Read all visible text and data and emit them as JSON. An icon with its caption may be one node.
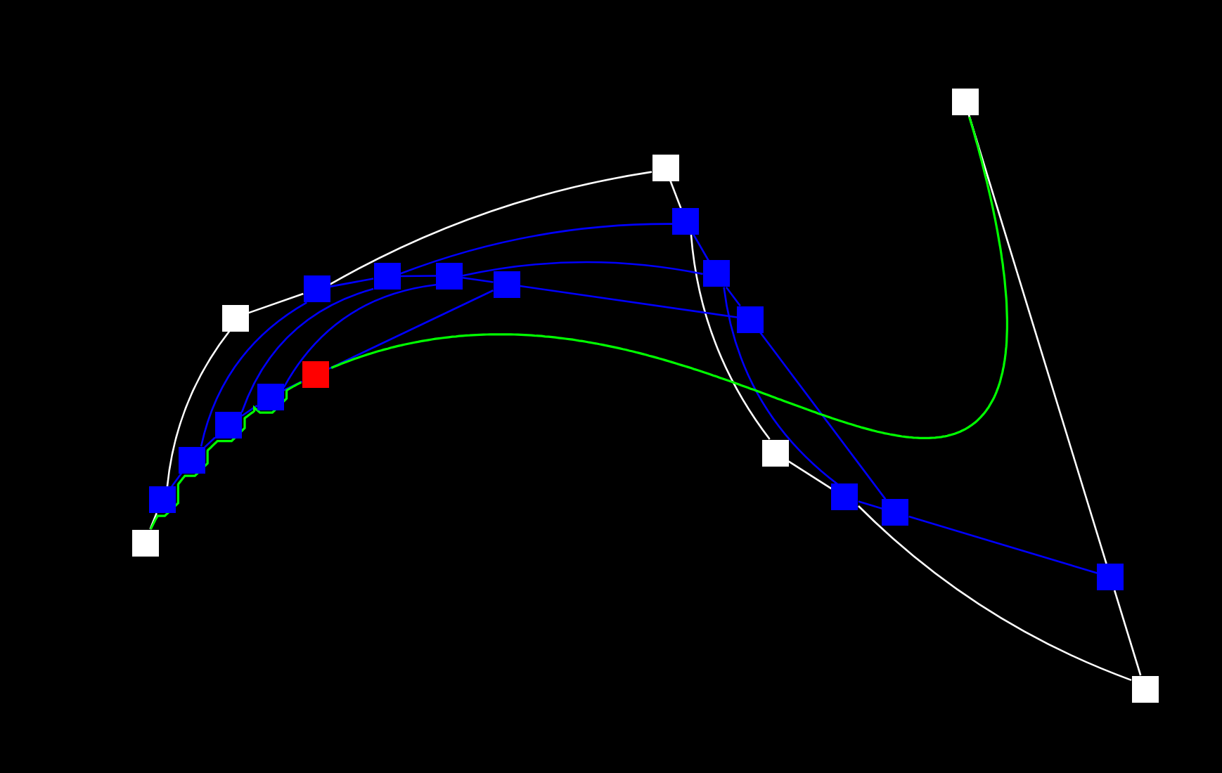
{
  "diagram": {
    "nodes": [
      {
        "text": [],
        "shape": "box"
      },
      {
        "text": [],
        "shape": "box"
      },
      {
        "text": [],
        "shape": "box"
      },
      {
        "text": [],
        "shape": "box"
      },
      {
        "text": [],
        "shape": "box"
      },
      {
        "text": [],
        "shape": "box"
      },
      {
        "text": [],
        "shape": "box"
      },
      {
        "text": [],
        "shape": "box"
      },
      {
        "text": [],
        "shape": "box"
      },
      {
        "text": [],
        "shape": "box"
      },
      {
        "text": [],
        "shape": "box"
      },
      {
        "text": [],
        "shape": "box"
      },
      {
        "text": [],
        "shape": "box"
      },
      {
        "text": [],
        "shape": "box"
      },
      {
        "text": [],
        "shape": "box"
      },
      {
        "text": [],
        "shape": "box"
      },
      {
        "text": [],
        "shape": "box"
      },
      {
        "text": [],
        "shape": "box"
      },
      {
        "text": [],
        "shape": "box"
      },
      {
        "text": [],
        "shape": "box"
      },
      {
        "text": [],
        "shape": "box"
      }
    ],
    "edges": [
      {
        "from": 0,
        "to": 1,
        "arrow": "none",
        "color": "#ffffff"
      },
      {
        "from": 1,
        "to": 4,
        "arrow": "none",
        "color": "#ffffff"
      },
      {
        "from": 4,
        "to": 7,
        "arrow": "none",
        "color": "#ffffff"
      },
      {
        "from": 7,
        "to": 11,
        "arrow": "none",
        "color": "#ffffff"
      },
      {
        "from": 11,
        "to": 12,
        "arrow": "none",
        "color": "#ffffff"
      },
      {
        "from": 12,
        "to": 15,
        "arrow": "none",
        "color": "#ffffff"
      },
      {
        "from": 15,
        "to": 16,
        "arrow": "none",
        "color": "#ffffff"
      },
      {
        "from": 16,
        "to": 20,
        "arrow": "none",
        "color": "#ffffff"
      },
      {
        "from": 20,
        "to": 19,
        "arrow": "none",
        "color": "#ffffff"
      },
      {
        "from": 19,
        "to": 18,
        "arrow": "none",
        "color": "#ffffff"
      },
      {
        "from": 1,
        "to": 2,
        "arrow": "none"
      },
      {
        "from": 2,
        "to": 7,
        "arrow": "none"
      },
      {
        "from": 7,
        "to": 8,
        "arrow": "none"
      },
      {
        "from": 8,
        "to": 12,
        "arrow": "none"
      },
      {
        "from": 12,
        "to": 13,
        "arrow": "none"
      },
      {
        "from": 13,
        "to": 16,
        "arrow": "none"
      },
      {
        "from": 16,
        "to": 17,
        "arrow": "none"
      },
      {
        "from": 17,
        "to": 19,
        "arrow": "none"
      },
      {
        "from": 2,
        "to": 3,
        "arrow": "none"
      },
      {
        "from": 3,
        "to": 8,
        "arrow": "none"
      },
      {
        "from": 8,
        "to": 9,
        "arrow": "none"
      },
      {
        "from": 9,
        "to": 13,
        "arrow": "none"
      },
      {
        "from": 13,
        "to": 14,
        "arrow": "none"
      },
      {
        "from": 14,
        "to": 17,
        "arrow": "none"
      },
      {
        "from": 3,
        "to": 5,
        "arrow": "none"
      },
      {
        "from": 5,
        "to": 9,
        "arrow": "none"
      },
      {
        "from": 9,
        "to": 10,
        "arrow": "none"
      },
      {
        "from": 10,
        "to": 14,
        "arrow": "none"
      },
      {
        "from": 5,
        "to": 6,
        "arrow": "none"
      },
      {
        "from": 6,
        "to": 10,
        "arrow": "none"
      },
      {
        "from": 0,
        "to": 6,
        "arrow": "none",
        "color": "#00ff00"
      },
      {
        "from": 6,
        "to": 18,
        "arrow": "none",
        "color": "#00ff00"
      }
    ]
  }
}
